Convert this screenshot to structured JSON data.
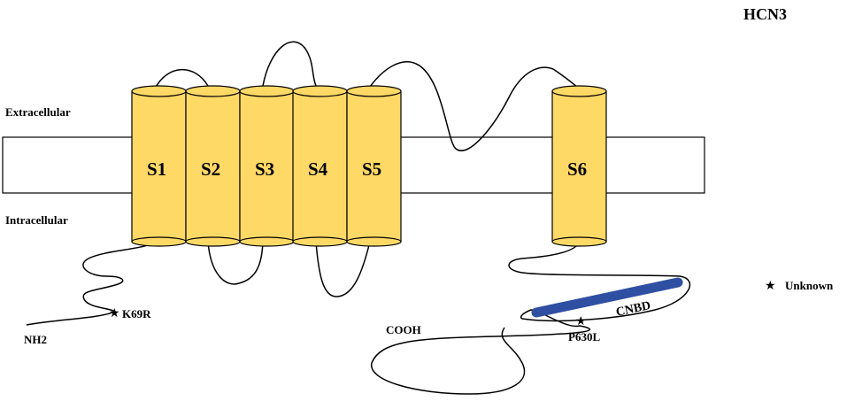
{
  "title": "HCN3",
  "regions": {
    "extracellular": "Extracellular",
    "intracellular": "Intracellular"
  },
  "helices": [
    "S1",
    "S2",
    "S3",
    "S4",
    "S5",
    "S6"
  ],
  "termini": {
    "n": "NH2",
    "c": "COOH"
  },
  "domain": {
    "label": "CNBD",
    "color": "#2F4FA2"
  },
  "mutations": [
    {
      "label": "K69R"
    },
    {
      "label": "P630L"
    }
  ],
  "legend": {
    "symbol": "★",
    "label": "Unknown"
  },
  "colors": {
    "helix": "#FFD966",
    "outline": "#000000",
    "membrane": "#ffffff"
  }
}
